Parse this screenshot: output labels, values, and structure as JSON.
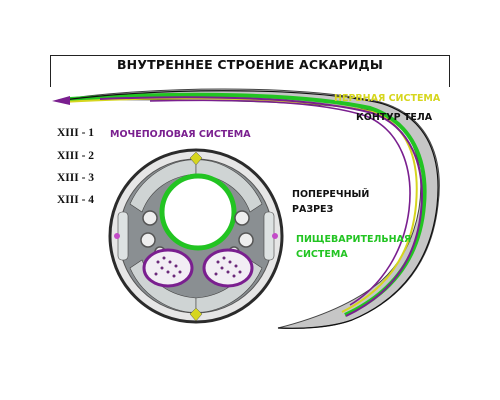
{
  "title": "ВНУТРЕННЕЕ СТРОЕНИЕ АСКАРИДЫ",
  "labels": {
    "nervous": "НЕРВНАЯ СИСТЕМА",
    "body_contour": "КОНТУР ТЕЛА",
    "reproductive": "МОЧЕПОЛОВАЯ СИСТЕМА",
    "cross_section_line1": "ПОПЕРЕЧНЫЙ",
    "cross_section_line2": "РАЗРЕЗ",
    "digestive_line1": "ПИЩЕВАРИТЕЛЬНАЯ",
    "digestive_line2": "СИСТЕМА"
  },
  "codes": [
    "XIII - 1",
    "XIII - 2",
    "XIII - 3",
    "XIII - 4"
  ],
  "colors": {
    "nervous": "#d6d61e",
    "reproductive": "#7a1f8f",
    "digestive": "#22c422",
    "contour": "#111111",
    "cross_section_fill": "#8a8f92"
  }
}
